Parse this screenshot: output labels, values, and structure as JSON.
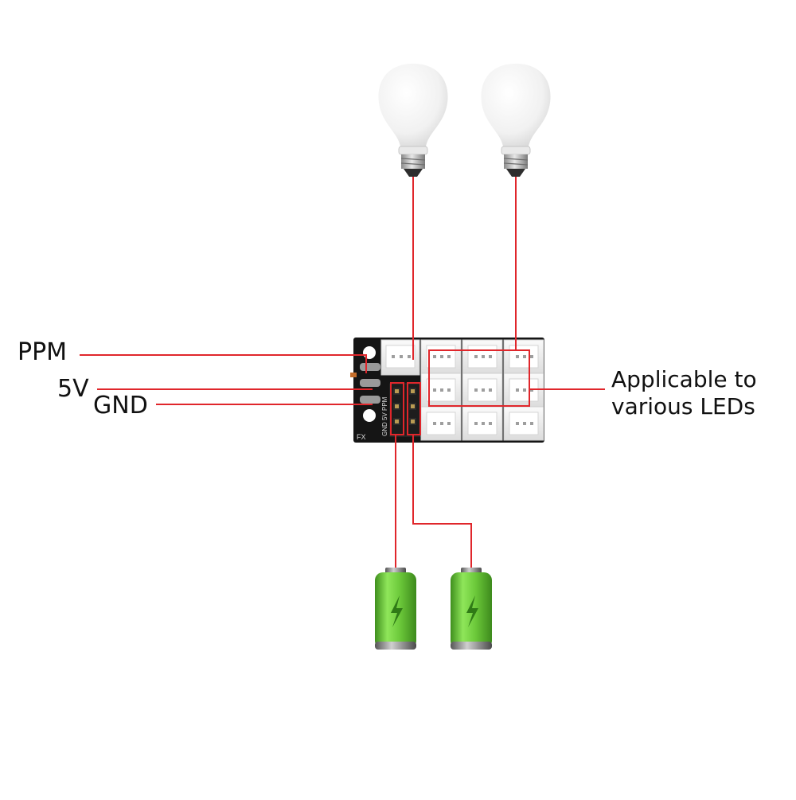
{
  "labels": {
    "ppm": "PPM",
    "v5": "5V",
    "gnd": "GND",
    "applicable_line1": "Applicable to",
    "applicable_line2": "various LEDs"
  },
  "board": {
    "silk_pins": "GND 5V PPM",
    "silk_code": "FX"
  },
  "colors": {
    "wire": "#e0262b",
    "board": "#141414",
    "connector": "#f2f2f2",
    "battery_green": "#6cc93a",
    "bulb": "#f4f4f4"
  },
  "icons": [
    "light-bulb-icon",
    "battery-icon",
    "lightning-icon"
  ]
}
